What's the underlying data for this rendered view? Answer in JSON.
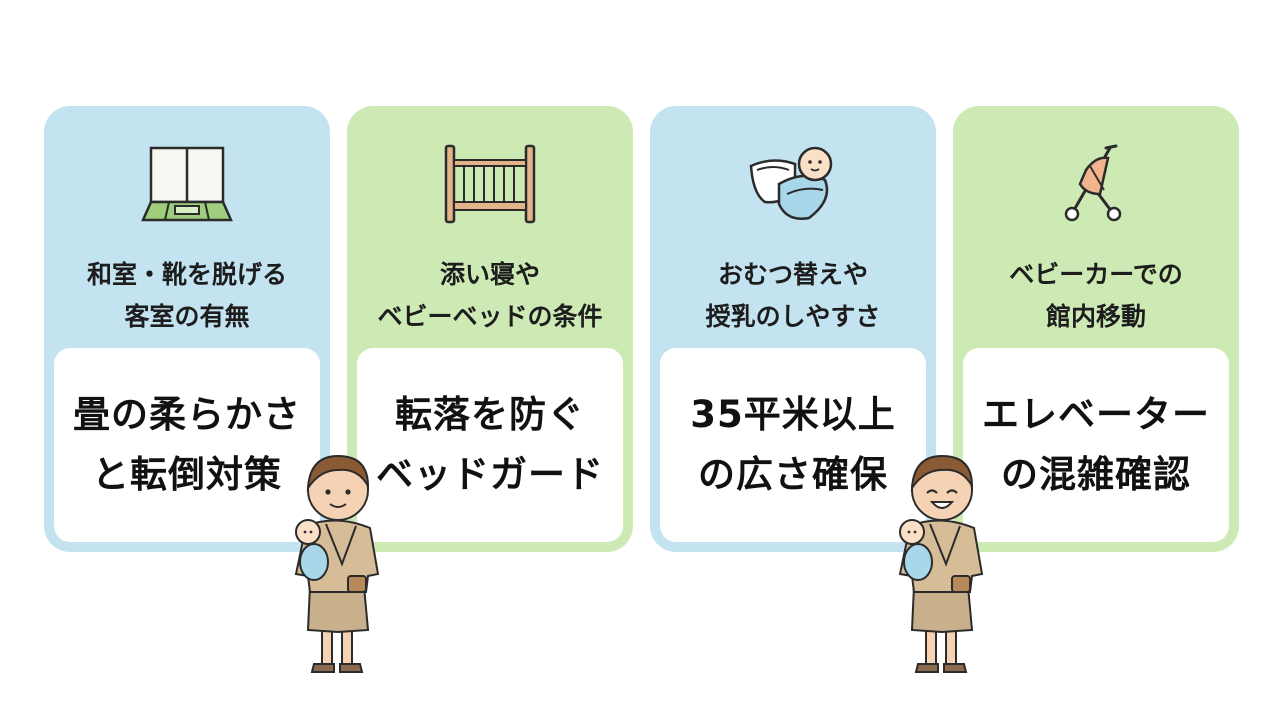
{
  "cards": [
    {
      "icon": "shoji-tatami-room-icon",
      "color": "#c4e3f1",
      "heading": [
        "和室・靴を脱げる",
        "客室の有無"
      ],
      "point": [
        "畳の柔らかさ",
        "と転倒対策"
      ]
    },
    {
      "icon": "baby-crib-icon",
      "color": "#cde9b4",
      "heading": [
        "添い寝や",
        "ベビーベッドの条件"
      ],
      "point": [
        "転落を防ぐ",
        "ベッドガード"
      ]
    },
    {
      "icon": "swaddled-baby-diaper-icon",
      "color": "#c4e3f1",
      "heading": [
        "おむつ替えや",
        "授乳のしやすさ"
      ],
      "point": [
        "35平米以上",
        "の広さ確保"
      ]
    },
    {
      "icon": "stroller-icon",
      "color": "#cde9b4",
      "heading": [
        "ベビーカーでの",
        "館内移動"
      ],
      "point": [
        "エレベーター",
        "の混雑確認"
      ]
    }
  ],
  "illustrations": [
    "parent-holding-baby-illustration",
    "smiling-parent-holding-baby-illustration"
  ]
}
